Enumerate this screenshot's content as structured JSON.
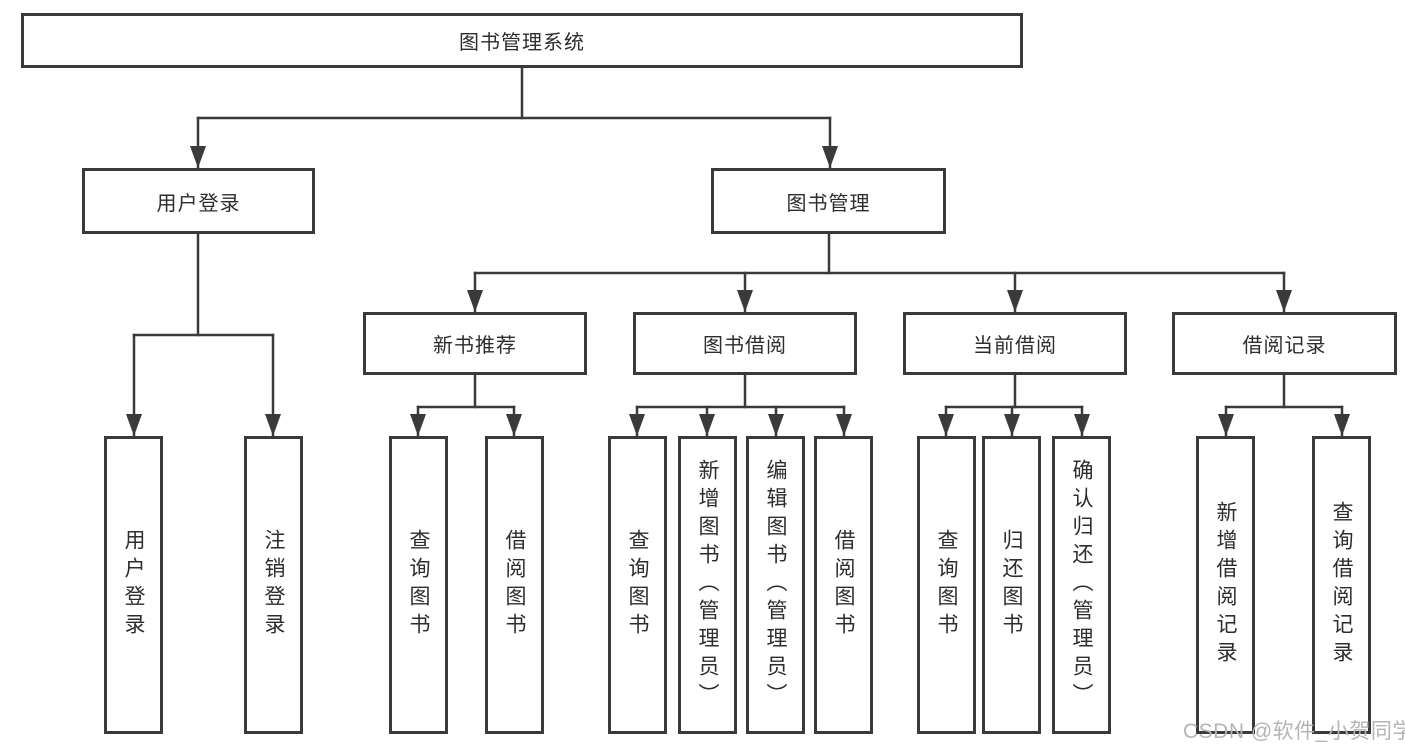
{
  "diagram": {
    "root": {
      "label": "图书管理系统"
    },
    "branches": [
      {
        "label": "用户登录",
        "children": [
          {
            "label": "用户登录"
          },
          {
            "label": "注销登录"
          }
        ]
      },
      {
        "label": "图书管理",
        "children": [
          {
            "label": "新书推荐",
            "children": [
              {
                "label": "查询图书"
              },
              {
                "label": "借阅图书"
              }
            ]
          },
          {
            "label": "图书借阅",
            "children": [
              {
                "label": "查询图书"
              },
              {
                "label": "新增图书（管理员）"
              },
              {
                "label": "编辑图书（管理员）"
              },
              {
                "label": "借阅图书"
              }
            ]
          },
          {
            "label": "当前借阅",
            "children": [
              {
                "label": "查询图书"
              },
              {
                "label": "归还图书"
              },
              {
                "label": "确认归还（管理员）"
              }
            ]
          },
          {
            "label": "借阅记录",
            "children": [
              {
                "label": "新增借阅记录"
              },
              {
                "label": "查询借阅记录"
              }
            ]
          }
        ]
      }
    ]
  },
  "colors": {
    "line": "#3a3a3a",
    "text": "#2d2d2d",
    "watermark_text": "#b5b5b5"
  },
  "watermark": {
    "text": "CSDN @软件_小贺同学"
  }
}
